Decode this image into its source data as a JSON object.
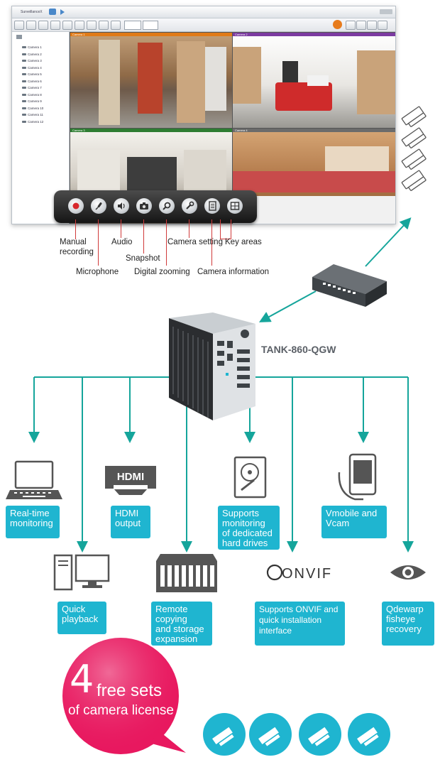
{
  "colors": {
    "teal": "#15a59b",
    "blue_box": "#1fb5d0",
    "promo_pink": "#e8185f",
    "leader_red": "#d03a3a"
  },
  "app": {
    "title": "SurveillanceX",
    "feeds": [
      {
        "name": "Camera 1"
      },
      {
        "name": "Camera 2"
      },
      {
        "name": "Camera 3"
      },
      {
        "name": "Camera 4"
      }
    ],
    "sidebar_cameras": [
      "Camera 1",
      "Camera 2",
      "Camera 3",
      "Camera 4",
      "Camera 5",
      "Camera 6",
      "Camera 7",
      "Camera 8",
      "Camera 9",
      "Camera 10",
      "Camera 11",
      "Camera 12"
    ]
  },
  "controls": {
    "items": [
      "record-icon",
      "microphone-icon",
      "audio-icon",
      "snapshot-icon",
      "zoom-icon",
      "wrench-icon",
      "info-icon",
      "key-areas-icon"
    ],
    "labels": {
      "manual_recording_1": "Manual",
      "manual_recording_2": "recording",
      "microphone": "Microphone",
      "audio": "Audio",
      "snapshot": "Snapshot",
      "digital_zooming": "Digital zooming",
      "camera_setting": "Camera setting",
      "camera_information": "Camera information",
      "key_areas": "Key areas"
    }
  },
  "device": {
    "name": "TANK-860-QGW"
  },
  "features": {
    "realtime": [
      "Real-time",
      "monitoring"
    ],
    "hdmi": [
      "HDMI",
      "output"
    ],
    "hdd": [
      "Supports",
      "monitoring",
      "of dedicated",
      "hard drives"
    ],
    "vmobile": [
      "Vmobile and",
      "Vcam"
    ],
    "playback": [
      "Quick",
      "playback"
    ],
    "remote": [
      "Remote",
      "copying",
      "and storage",
      "expansion"
    ],
    "onvif": [
      "Supports ONVIF and",
      "quick installation",
      "interface"
    ],
    "qdewarp": [
      "Qdewarp",
      "fisheye",
      "recovery"
    ],
    "hdmi_logo": "HDMI",
    "onvif_logo": "ONVIF"
  },
  "promo": {
    "number": "4",
    "line1": "free sets",
    "line2": "of camera license"
  }
}
